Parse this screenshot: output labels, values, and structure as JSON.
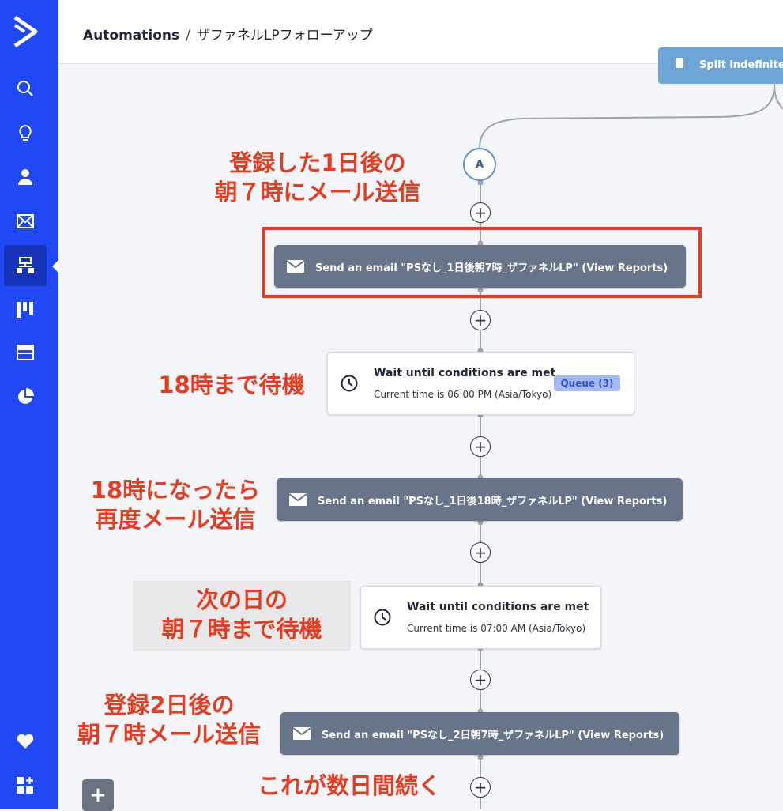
{
  "header": {
    "breadcrumb_root": "Automations",
    "separator": "/",
    "automation_name": "ザファネルLPフォローアップ"
  },
  "sidebar": {
    "items": [
      {
        "icon": "search-icon"
      },
      {
        "icon": "lightbulb-icon"
      },
      {
        "icon": "contacts-icon"
      },
      {
        "icon": "campaigns-envelope-icon"
      },
      {
        "icon": "automations-icon",
        "active": true
      },
      {
        "icon": "pipeline-icon"
      },
      {
        "icon": "website-icon"
      },
      {
        "icon": "reports-pie-icon"
      },
      {
        "icon": "heart-icon"
      },
      {
        "icon": "apps-icon"
      }
    ],
    "accent": "#2048f5"
  },
  "workflow": {
    "split_label": "Split indefinite",
    "branch_label": "A",
    "steps": [
      {
        "type": "email",
        "label": "Send an email \"PSなし_1日後朝7時_ザファネルLP\" (View Reports)"
      },
      {
        "type": "wait",
        "title": "Wait until conditions are met",
        "subtitle": "Current time is 06:00 PM (Asia/Tokyo)",
        "badge": "Queue (3)"
      },
      {
        "type": "email",
        "label": "Send an email \"PSなし_1日後18時_ザファネルLP\" (View Reports)"
      },
      {
        "type": "wait",
        "title": "Wait until conditions are met",
        "subtitle": "Current time is 07:00 AM (Asia/Tokyo)"
      },
      {
        "type": "email",
        "label": "Send an email \"PSなし_2日朝7時_ザファネルLP\" (View Reports)"
      }
    ],
    "add_step_symbol": "+"
  },
  "annotations": {
    "a1": [
      "登録した1日後の",
      "朝７時にメール送信"
    ],
    "a2": [
      "18時まで待機"
    ],
    "a3": [
      "18時になったら",
      "再度メール送信"
    ],
    "a4": [
      "次の日の",
      "朝７時まで待機"
    ],
    "a5": [
      "登録2日後の",
      "朝７時メール送信"
    ],
    "a6": [
      "これが数日間続く"
    ],
    "color": "#e43d22"
  },
  "canvas_add_button": "+"
}
